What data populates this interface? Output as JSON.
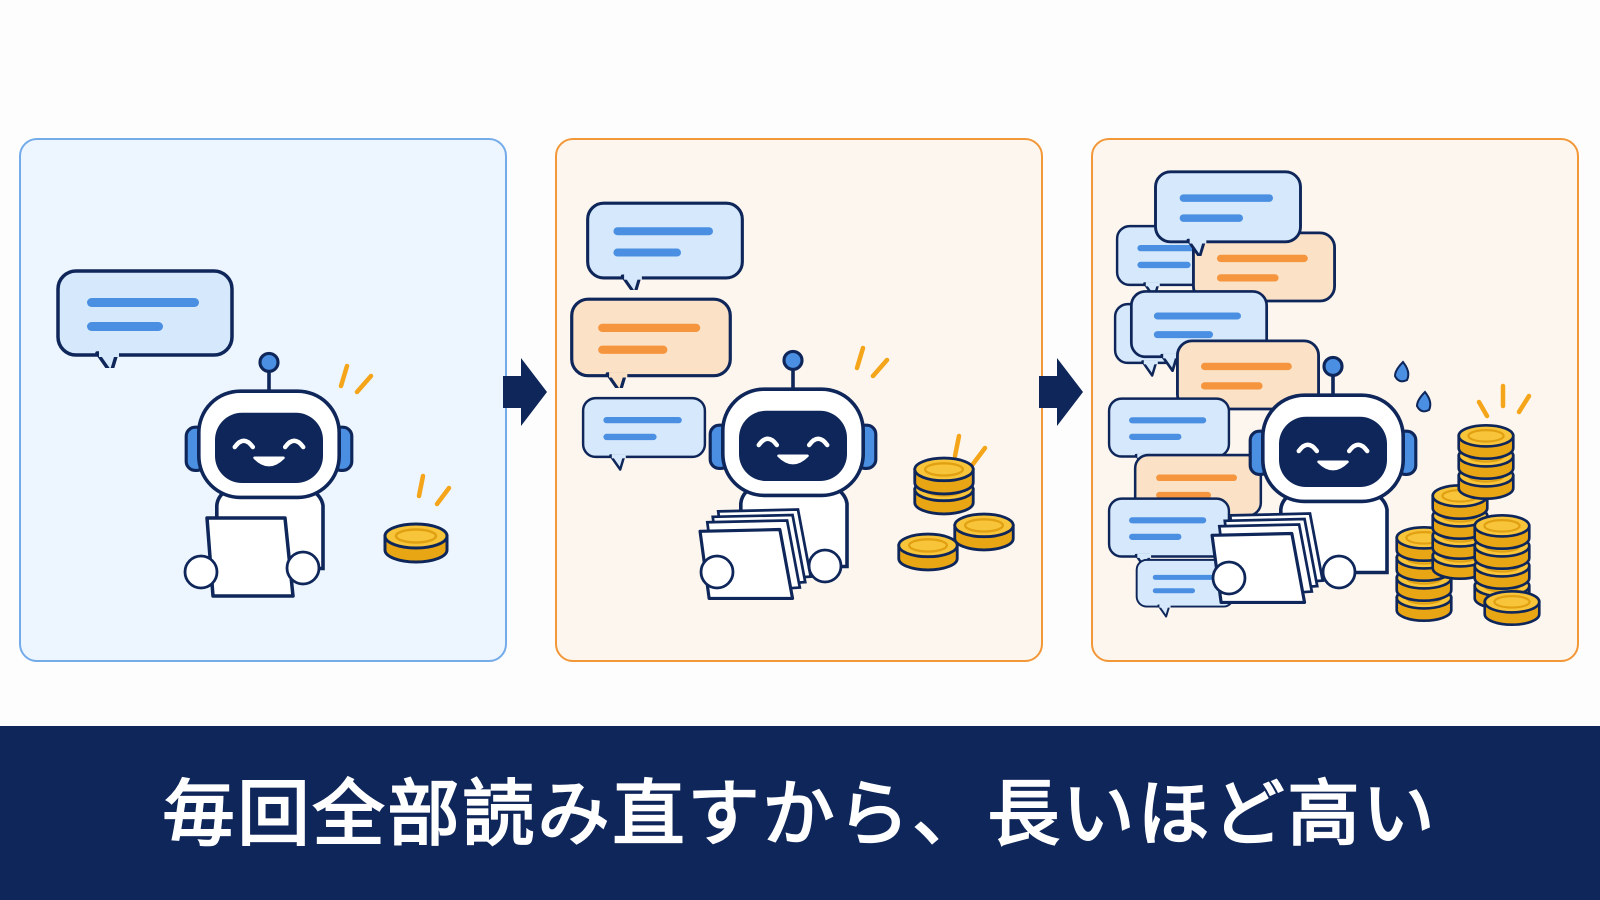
{
  "colors": {
    "navy": "#0e2659",
    "panel_blue_border": "#74acea",
    "panel_orange_border": "#f29838",
    "bubble_blue": "#d6e8fb",
    "bubble_orange": "#fbe1c6",
    "coin_gold": "#f5b418",
    "robot_accent": "#3d7fe0"
  },
  "panels": [
    {
      "stage": "short",
      "icons": [
        "speech-bubble-icon",
        "robot-icon",
        "paper-icon",
        "coin-icon"
      ]
    },
    {
      "stage": "medium",
      "icons": [
        "speech-bubble-icon",
        "robot-icon",
        "papers-stack-icon",
        "coins-icon"
      ]
    },
    {
      "stage": "long",
      "icons": [
        "speech-bubble-icon",
        "robot-icon",
        "papers-stack-icon",
        "coins-stack-icon",
        "sweat-drop-icon"
      ]
    }
  ],
  "arrows": [
    "arrow-right-icon",
    "arrow-right-icon"
  ],
  "caption": {
    "text": "毎回全部読み直すから、長いほど高い"
  }
}
